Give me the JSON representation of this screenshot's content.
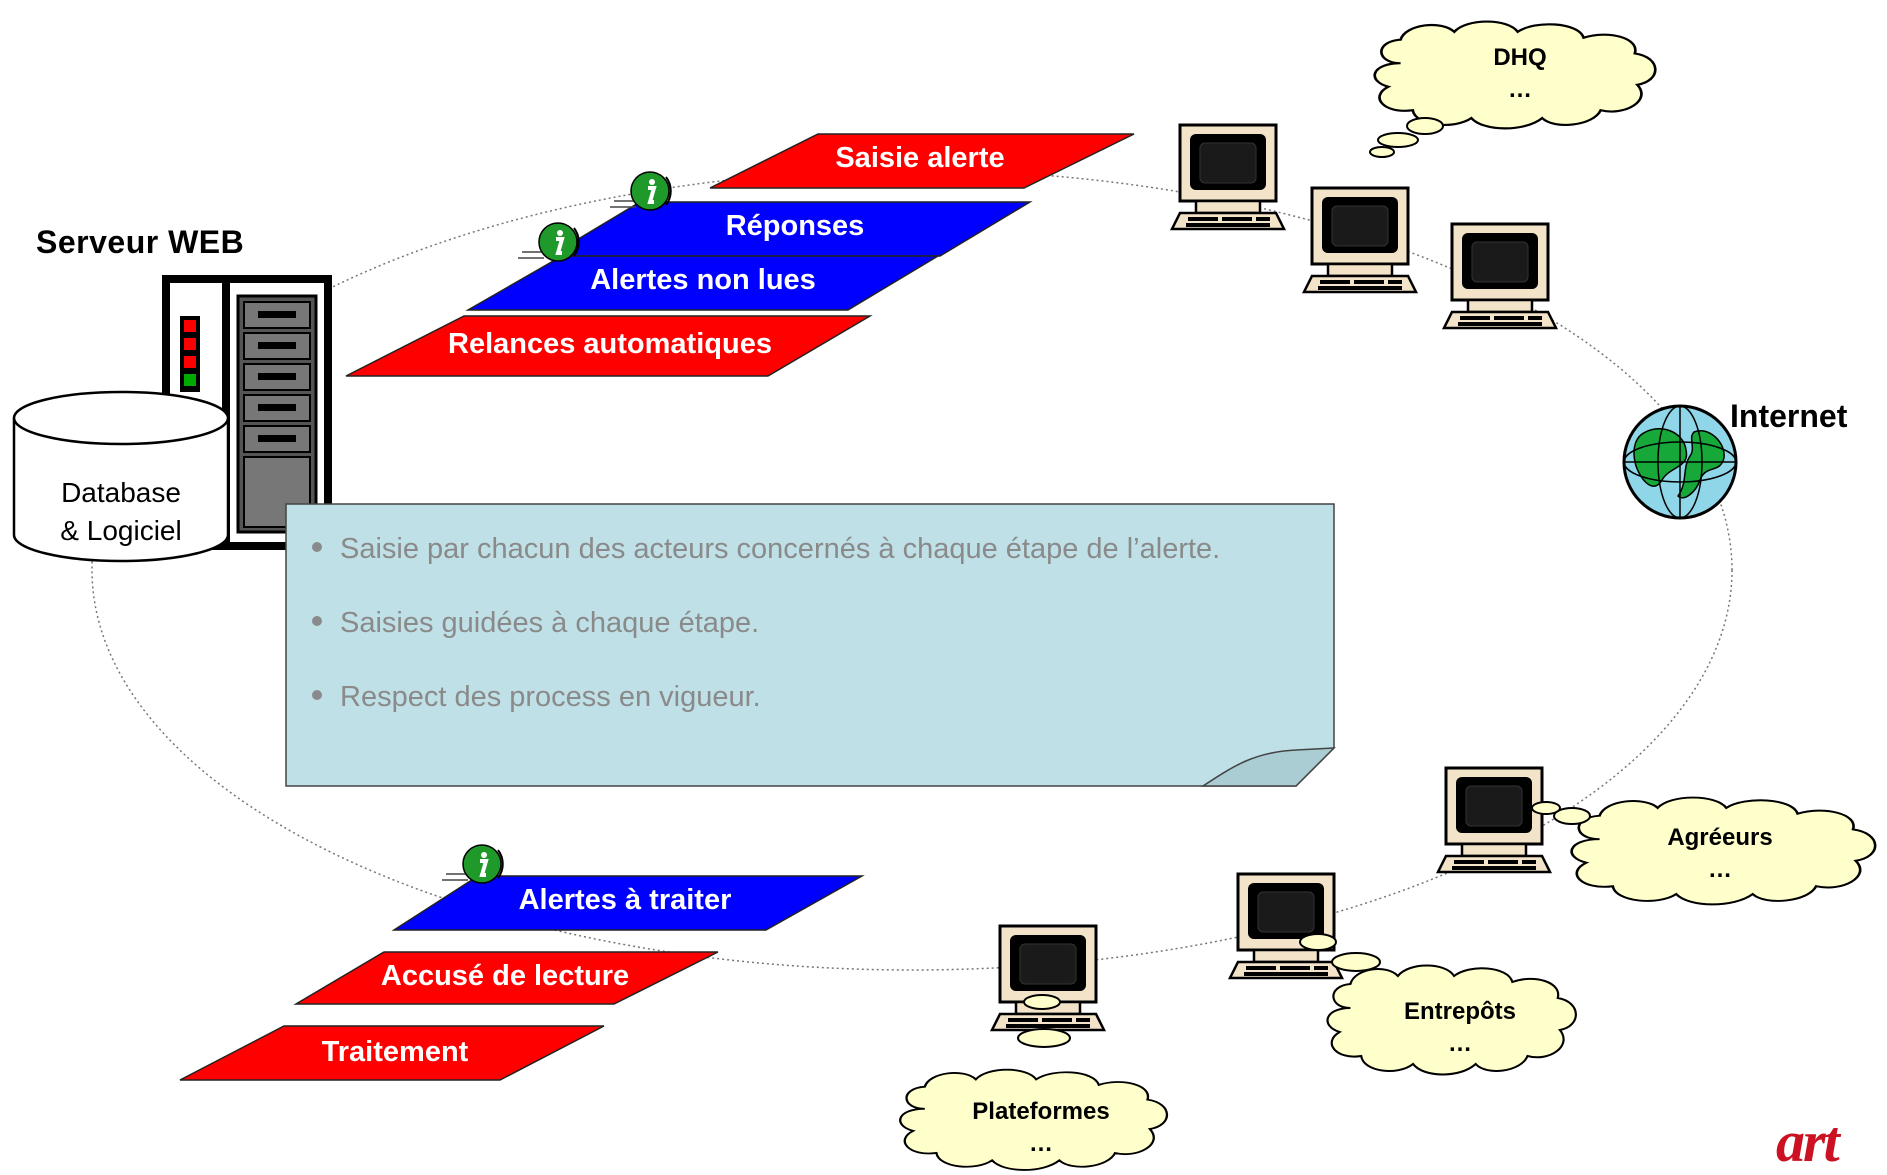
{
  "server": {
    "title": "Serveur WEB",
    "db_line1": "Database",
    "db_line2": "& Logiciel"
  },
  "internet_label": "Internet",
  "flows_top": [
    {
      "label": "Saisie alerte",
      "color": "#ff0000"
    },
    {
      "label": "Réponses",
      "color": "#0000ff"
    },
    {
      "label": "Alertes non lues",
      "color": "#0000ff"
    },
    {
      "label": "Relances automatiques",
      "color": "#ff0000"
    }
  ],
  "flows_bottom": [
    {
      "label": "Alertes à traiter",
      "color": "#0000ff"
    },
    {
      "label": "Accusé de lecture",
      "color": "#ff0000"
    },
    {
      "label": "Traitement",
      "color": "#ff0000"
    }
  ],
  "clouds": [
    {
      "title": "DHQ",
      "sub": "…"
    },
    {
      "title": "Agréeurs",
      "sub": "…"
    },
    {
      "title": "Entrepôts",
      "sub": "…"
    },
    {
      "title": "Plateformes",
      "sub": "…"
    }
  ],
  "note": {
    "bullets": [
      "Saisie par chacun des acteurs concernés à chaque étape de l’alerte.",
      "Saisies guidées à chaque étape.",
      "Respect des process en vigueur."
    ]
  },
  "colors": {
    "note_fill": "#bfe0e6",
    "cloud_fill": "#ffffcc",
    "info_icon": "#1f9a2a"
  },
  "icons": [
    "info-icon",
    "computer-icon",
    "globe-icon",
    "server-icon",
    "database-icon"
  ]
}
